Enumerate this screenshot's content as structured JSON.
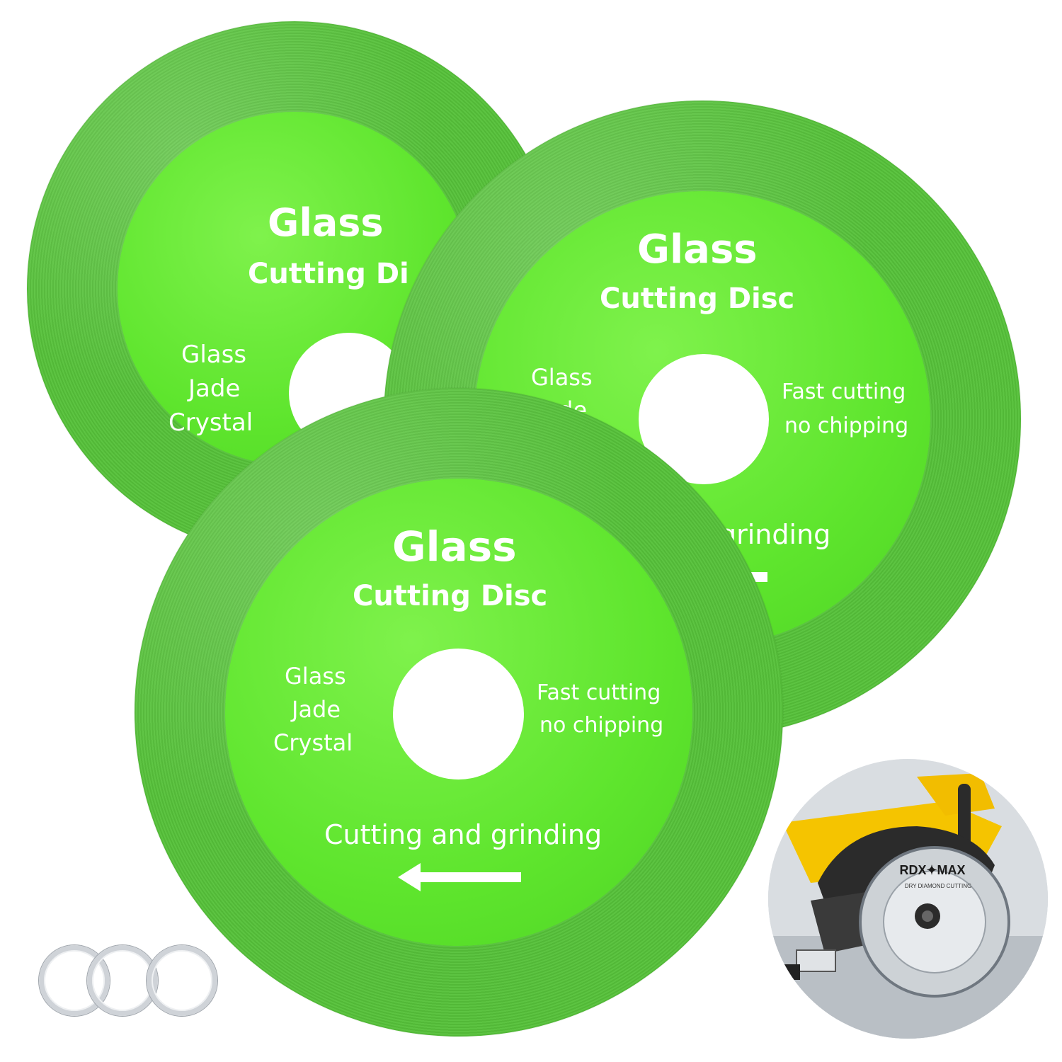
{
  "discs": [
    {
      "title": "Glass",
      "subtitle": "Cutting Di",
      "materials": [
        "Glass",
        "Jade",
        "Crystal"
      ]
    },
    {
      "title": "Glass",
      "subtitle": "Cutting Disc",
      "materials": [
        "Glass",
        "Jade"
      ],
      "features": [
        "Fast cutting",
        "no chipping"
      ],
      "usage": "grinding"
    },
    {
      "title": "Glass",
      "subtitle": "Cutting Disc",
      "materials": [
        "Glass",
        "Jade",
        "Crystal"
      ],
      "features": [
        "Fast cutting",
        "no chipping"
      ],
      "usage": "Cutting and grinding"
    }
  ],
  "photo": {
    "brand": "RDX✦MAX",
    "blade_text": "DRY DIAMOND CUTTING"
  },
  "colors": {
    "rim": "#56c23a",
    "label": "#5ee52d",
    "text": "#ffffff",
    "tool_yellow": "#f5c400",
    "tool_black": "#2b2b2b"
  },
  "icons": [
    "direction-arrow-icon",
    "reducer-ring-icon"
  ]
}
